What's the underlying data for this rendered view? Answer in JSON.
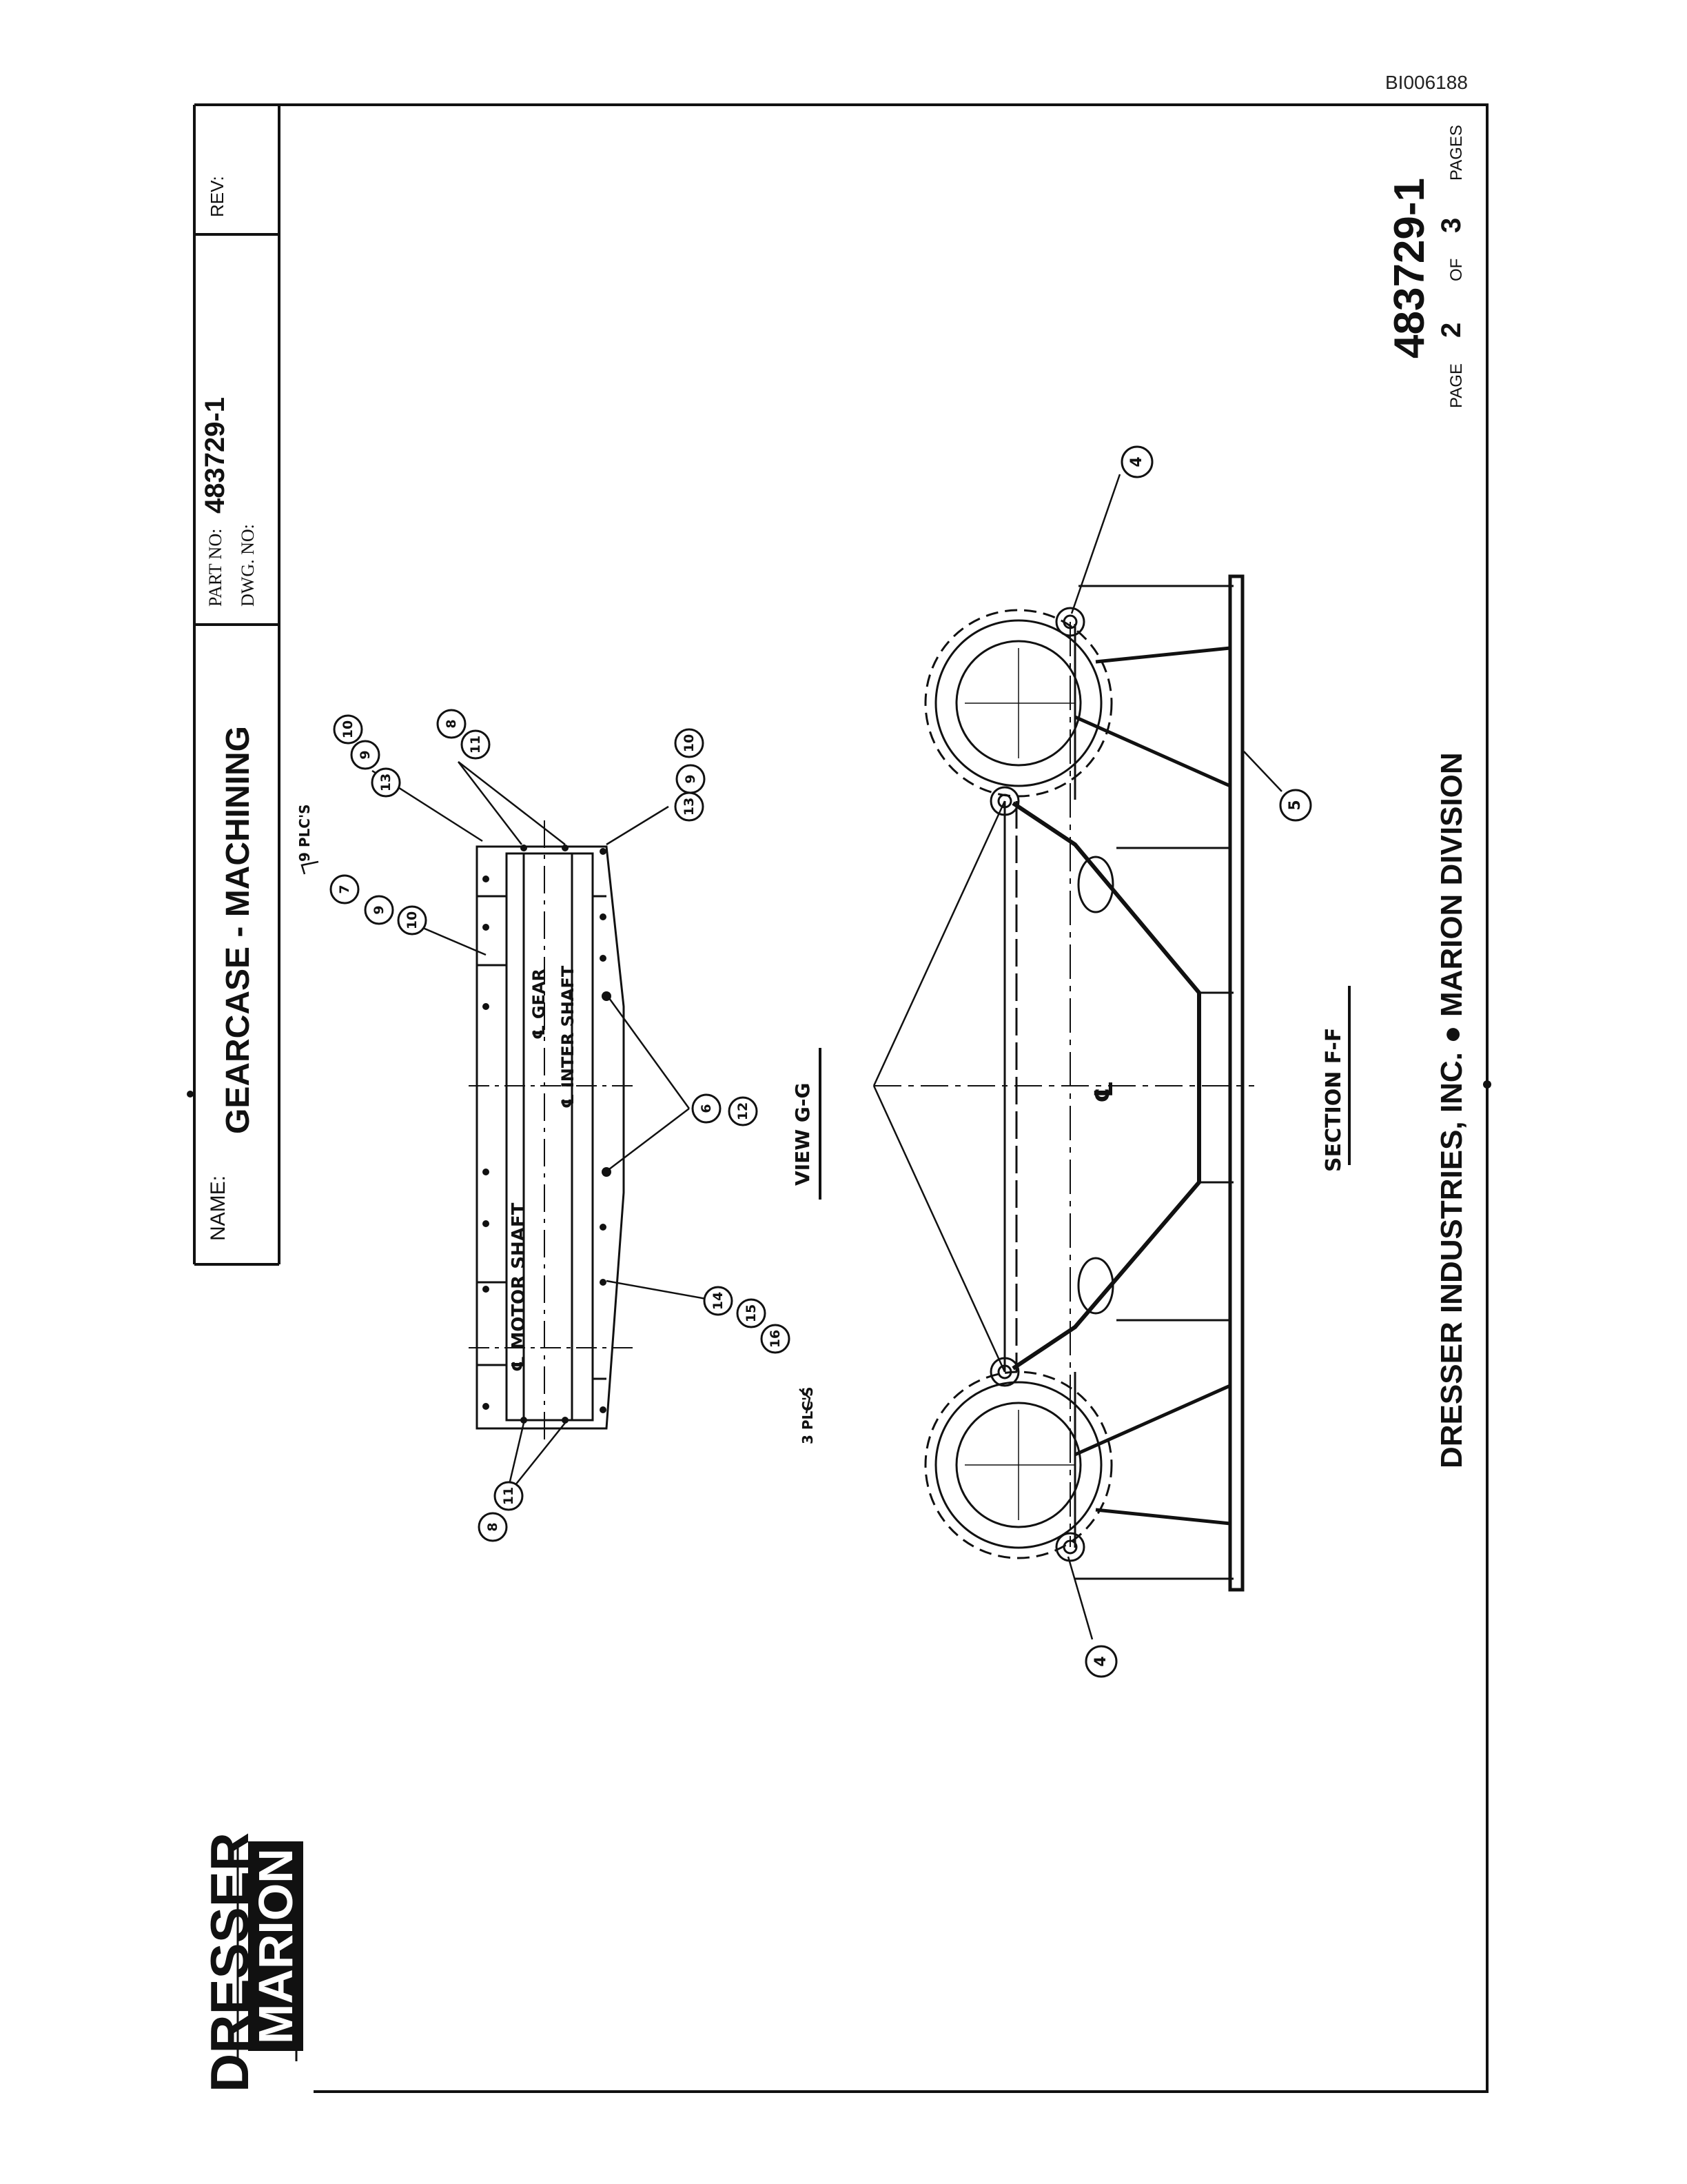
{
  "document": {
    "id_stamp": "BI006188",
    "brand": {
      "line1": "DRESSER",
      "line2": "MARION"
    },
    "title_block": {
      "name_label": "NAME:",
      "name_value": "GEARCASE - MACHINING",
      "part_no_label": "PART NO:",
      "part_no_value": "483729-1",
      "dwg_no_label": "DWG. NO:",
      "rev_label": "REV:"
    },
    "drawing_number": "483729-1",
    "page_info": {
      "page_label": "PAGE",
      "page_num": "2",
      "of_label": "OF",
      "total": "3",
      "pages_label": "PAGES"
    },
    "footer": "DRESSER INDUSTRIES, INC. ● MARION DIVISION"
  },
  "view_g": {
    "caption": "VIEW G-G",
    "labels": {
      "motor_shaft": "℄ MOTOR SHAFT",
      "gear": "℄ GEAR",
      "inter_shaft": "℄ INTER SHAFT",
      "nine_plcs": "9 PLC'S",
      "three_plcs": "3 PLC'S"
    },
    "balloons": [
      "10",
      "9",
      "13",
      "8",
      "11",
      "13",
      "9",
      "10",
      "7",
      "9",
      "10",
      "6",
      "12",
      "14",
      "15",
      "16",
      "8",
      "11"
    ]
  },
  "section_f": {
    "caption": "SECTION F-F",
    "centerline_mark": "℄",
    "balloons": [
      "4",
      "5",
      "4"
    ]
  }
}
